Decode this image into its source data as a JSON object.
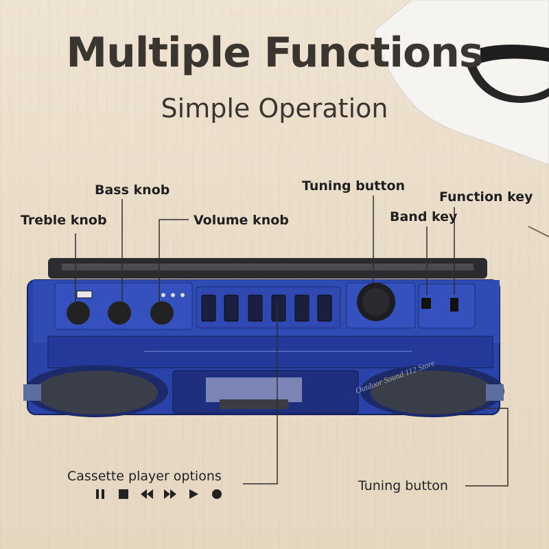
{
  "headline": "Multiple Functions",
  "subheadline": "Simple  Operation",
  "labels": {
    "bass": "Bass knob",
    "treble": "Treble knob",
    "volume": "Volume knob",
    "tuning_top": "Tuning button",
    "function_key": "Function key",
    "band_key": "Band key",
    "cassette": "Cassette player options",
    "tuning_bottom": "Tuning button"
  },
  "cassette_icons": [
    "pause-icon",
    "stop-icon",
    "rewind-icon",
    "fast-forward-icon",
    "play-icon",
    "record-icon"
  ],
  "watermark": "Outdoor Sound 112 Store",
  "colors": {
    "radio_body": "#2a43a8",
    "radio_dark": "#1b2e7e",
    "speaker": "#3a3e48",
    "text": "#3b3530"
  }
}
